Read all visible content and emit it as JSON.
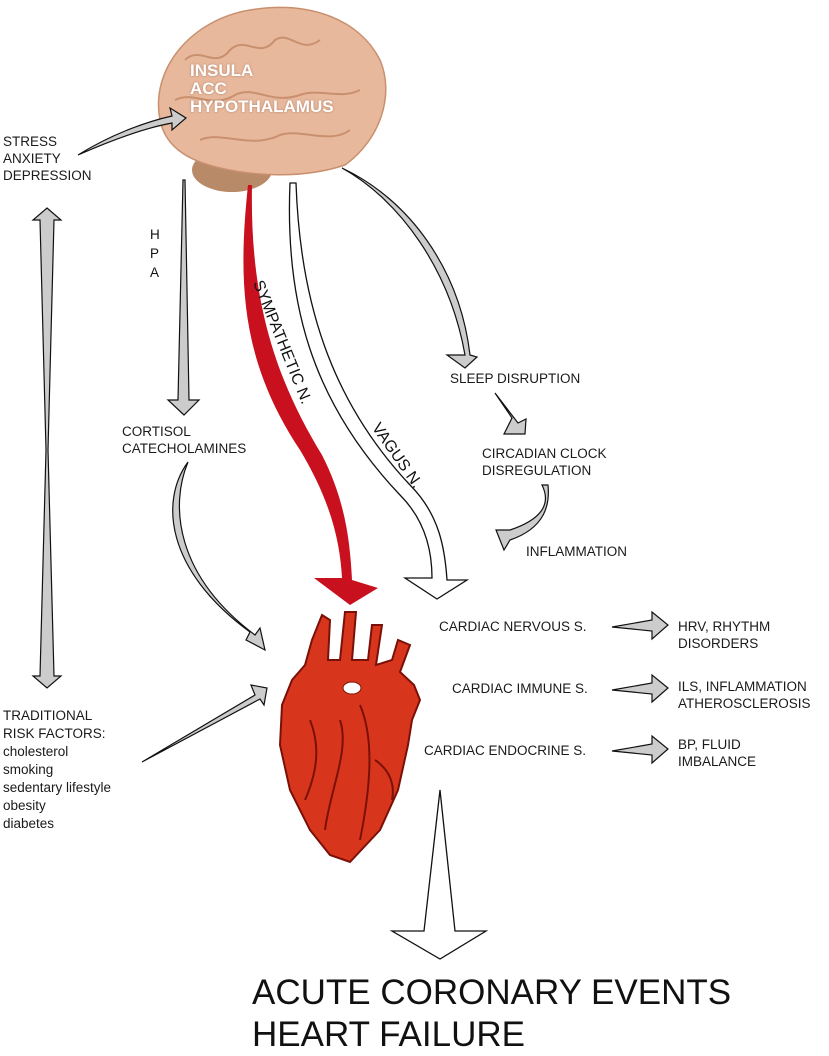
{
  "brain": {
    "regions": [
      "INSULA",
      "ACC",
      "HYPOTHALAMUS"
    ],
    "colors": {
      "fill": "#e8b89c",
      "shade": "#c9906f",
      "cerebellum": "#b98a68"
    }
  },
  "psych": [
    "STRESS",
    "ANXIETY",
    "DEPRESSION"
  ],
  "hpa": [
    "H",
    "P",
    "A"
  ],
  "hormones": [
    "CORTISOL",
    "CATECHOLAMINES"
  ],
  "sympathetic": {
    "label": "SYMPATHETIC N.",
    "color": "#c8101e"
  },
  "vagus": {
    "label": "VAGUS N."
  },
  "sleep_chain": {
    "sleep": "SLEEP DISRUPTION",
    "circadian": [
      "CIRCADIAN CLOCK",
      "DISREGULATION"
    ],
    "inflammation": "INFLAMMATION"
  },
  "risk_factors": {
    "title": [
      "TRADITIONAL",
      "RISK FACTORS:"
    ],
    "items": [
      "cholesterol",
      "smoking",
      "sedentary lifestyle",
      "obesity",
      "diabetes"
    ]
  },
  "cardiac_systems": [
    {
      "system": "CARDIAC NERVOUS S.",
      "effect": [
        "HRV, RHYTHM",
        "DISORDERS"
      ]
    },
    {
      "system": "CARDIAC IMMUNE S.",
      "effect": [
        "ILS, INFLAMMATION",
        "ATHEROSCLEROSIS"
      ]
    },
    {
      "system": "CARDIAC ENDOCRINE S.",
      "effect": [
        "BP, FLUID",
        "IMBALANCE"
      ]
    }
  ],
  "outcome": [
    "ACUTE CORONARY EVENTS",
    "HEART FAILURE"
  ],
  "colors": {
    "arrow_fill": "#cccccc",
    "arrow_stroke": "#111111",
    "heart": "#d8361c",
    "heart_dark": "#7a1008"
  }
}
